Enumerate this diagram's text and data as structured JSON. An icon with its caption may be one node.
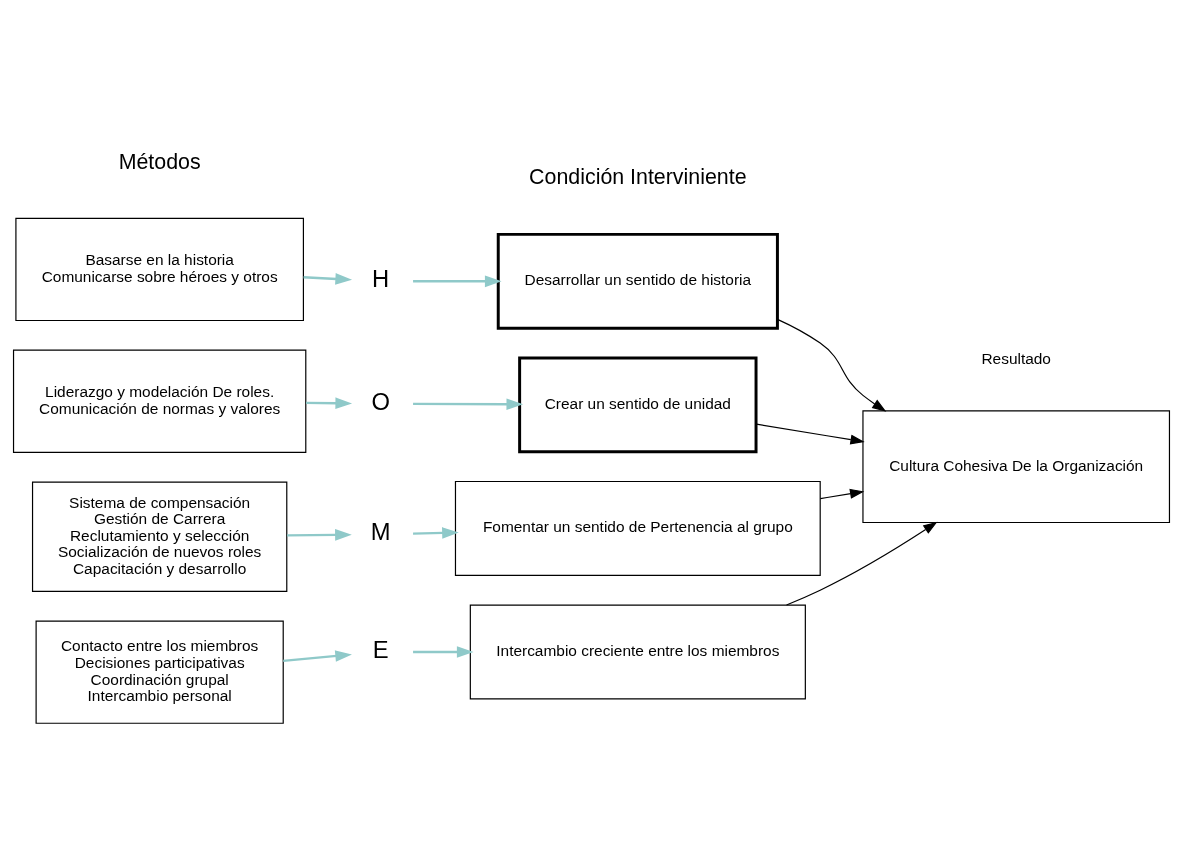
{
  "diagram": {
    "nodes": [
      {
        "text": [
          "Basarse en la historia",
          "Comunicarse sobre héroes y otros"
        ]
      },
      {
        "text": [
          "H"
        ]
      },
      {
        "text": [
          "Desarrollar un sentido de historia"
        ]
      },
      {
        "text": [
          "Liderazgo y modelación De roles.",
          "Comunicación de normas y valores"
        ]
      },
      {
        "text": [
          "O"
        ]
      },
      {
        "text": [
          "Crear un sentido de unidad"
        ]
      },
      {
        "text": [
          "Sistema de compensación",
          "Gestión de Carrera",
          "Reclutamiento y selección",
          "Socialización de nuevos roles",
          "Capacitación y desarrollo"
        ]
      },
      {
        "text": [
          "M"
        ]
      },
      {
        "text": [
          "Fomentar un sentido de Pertenencia al grupo"
        ]
      },
      {
        "text": [
          "Contacto entre los miembros",
          "Decisiones participativas",
          "Coordinación grupal",
          "Intercambio personal"
        ]
      },
      {
        "text": [
          "E"
        ]
      },
      {
        "text": [
          "Intercambio creciente entre los miembros"
        ]
      },
      {
        "text": [
          "Cultura Cohesiva De la Organización"
        ]
      }
    ],
    "edges": [
      {
        "from": 0,
        "to": 1,
        "arrow": "to"
      },
      {
        "from": 1,
        "to": 2,
        "arrow": "to"
      },
      {
        "from": 3,
        "to": 4,
        "arrow": "to"
      },
      {
        "from": 4,
        "to": 5,
        "arrow": "to"
      },
      {
        "from": 6,
        "to": 7,
        "arrow": "to"
      },
      {
        "from": 7,
        "to": 8,
        "arrow": "to"
      },
      {
        "from": 9,
        "to": 10,
        "arrow": "to"
      },
      {
        "from": 10,
        "to": 11,
        "arrow": "to"
      },
      {
        "from": 2,
        "to": 12,
        "arrow": "to",
        "color": "#000000"
      },
      {
        "from": 5,
        "to": 12,
        "arrow": "to",
        "color": "#000000"
      },
      {
        "from": 8,
        "to": 12,
        "arrow": "to",
        "color": "#000000"
      },
      {
        "from": 11,
        "to": 12,
        "arrow": "to",
        "color": "#000000"
      }
    ],
    "labels": [
      "Métodos",
      "Condición Interviniente",
      "Resultado"
    ]
  }
}
